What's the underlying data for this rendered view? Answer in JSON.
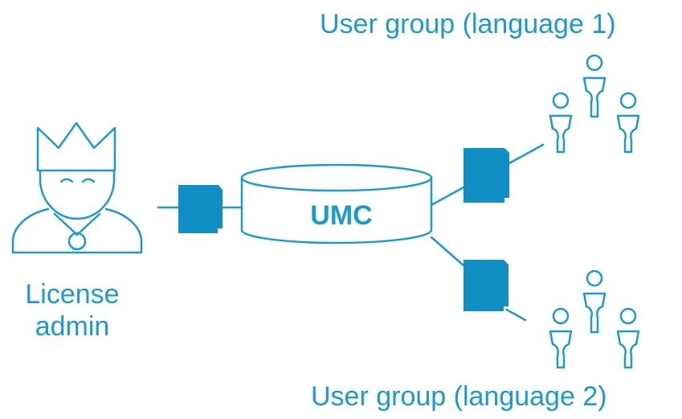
{
  "labels": {
    "group1": "User group (language 1)",
    "group2": "User group (language 2)",
    "admin_line1": "License",
    "admin_line2": "admin",
    "umc": "UMC"
  },
  "icons": {
    "admin": "crowned-person-icon",
    "group": "user-group-icon",
    "document": "document-icon",
    "database": "cylinder-database-icon"
  },
  "colors": {
    "accent": "#1a9bd0",
    "document_fill": "#0f8fc4",
    "background": "#ffffff"
  }
}
